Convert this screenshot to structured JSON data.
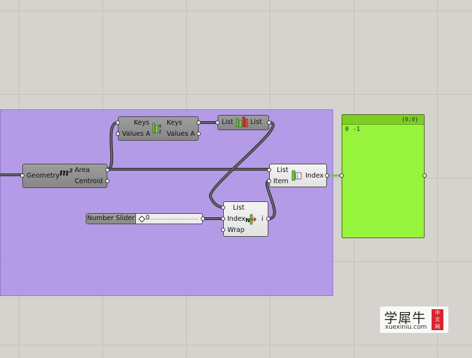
{
  "components": {
    "area": {
      "input_label": "Geometry",
      "icon_text": "m²",
      "outputs": [
        "Area",
        "Centroid"
      ]
    },
    "sort_list": {
      "inputs": [
        "Keys",
        "Values A"
      ],
      "outputs": [
        "Keys",
        "Values A"
      ]
    },
    "reverse_list": {
      "input_label": "List",
      "output_label": "List"
    },
    "list_item_index": {
      "inputs": [
        "List",
        "Item"
      ],
      "output_label": "Index"
    },
    "list_item": {
      "inputs": [
        "List",
        "Index",
        "Wrap"
      ],
      "output_label": "i"
    }
  },
  "number_slider": {
    "name": "Number Slider",
    "value": "0"
  },
  "panel": {
    "header": "{0;0}",
    "rows": [
      {
        "index": "0",
        "value": "-1"
      }
    ]
  },
  "watermark": {
    "chinese": "学犀牛",
    "site": "xuexiniu.com",
    "tag": [
      "中",
      "文",
      "网"
    ]
  },
  "colors": {
    "group_fill": "#aa8cee",
    "panel_fill": "#98f33c",
    "wire": "#2b2b2b",
    "canvas": "#d6d3ce"
  }
}
